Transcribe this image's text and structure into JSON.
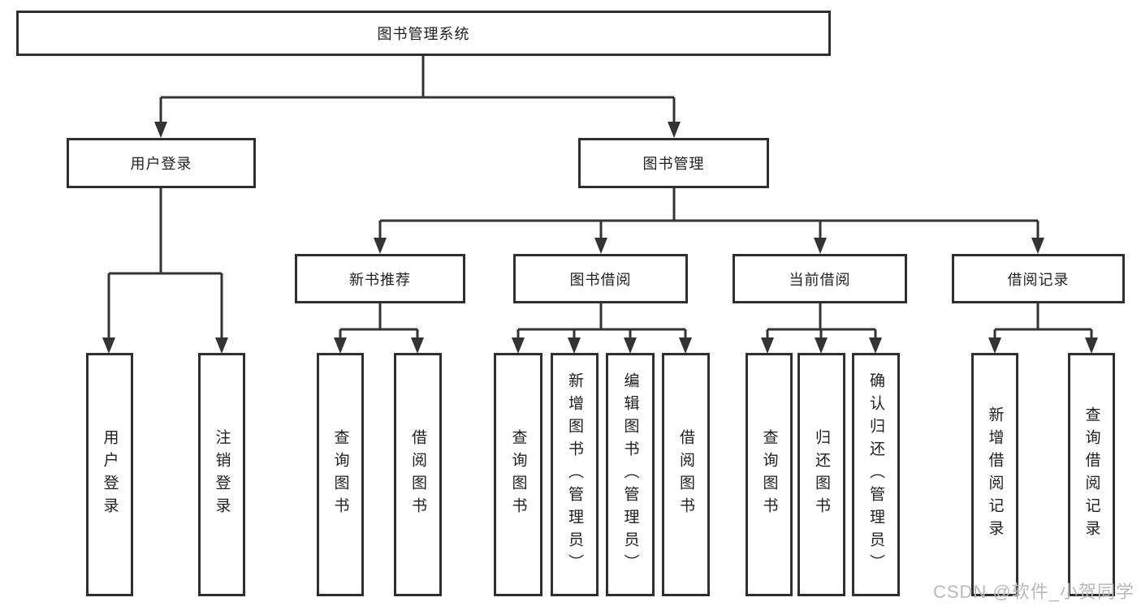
{
  "diagram": {
    "title": "图书管理系统",
    "root": {
      "label": "图书管理系统"
    },
    "level2": [
      {
        "label": "用户登录"
      },
      {
        "label": "图书管理"
      }
    ],
    "level3": [
      {
        "label": "新书推荐"
      },
      {
        "label": "图书借阅"
      },
      {
        "label": "当前借阅"
      },
      {
        "label": "借阅记录"
      }
    ],
    "leaves": [
      {
        "label": "用户登录",
        "parent": "用户登录"
      },
      {
        "label": "注销登录",
        "parent": "用户登录"
      },
      {
        "label": "查询图书",
        "parent": "新书推荐"
      },
      {
        "label": "借阅图书",
        "parent": "新书推荐"
      },
      {
        "label": "查询图书",
        "parent": "图书借阅"
      },
      {
        "label": "新增图书（管理员）",
        "parent": "图书借阅"
      },
      {
        "label": "编辑图书（管理员）",
        "parent": "图书借阅"
      },
      {
        "label": "借阅图书",
        "parent": "图书借阅"
      },
      {
        "label": "查询图书",
        "parent": "当前借阅"
      },
      {
        "label": "归还图书",
        "parent": "当前借阅"
      },
      {
        "label": "确认归还（管理员）",
        "parent": "当前借阅"
      },
      {
        "label": "新增借阅记录",
        "parent": "借阅记录"
      },
      {
        "label": "查询借阅记录",
        "parent": "借阅记录"
      }
    ],
    "colors": {
      "line": "#333333",
      "border": "#2f2f2f",
      "text": "#1f1f1f",
      "background": "#ffffff",
      "watermark": "#b9b9b9"
    },
    "watermark": "CSDN @软件_小贺同学"
  }
}
